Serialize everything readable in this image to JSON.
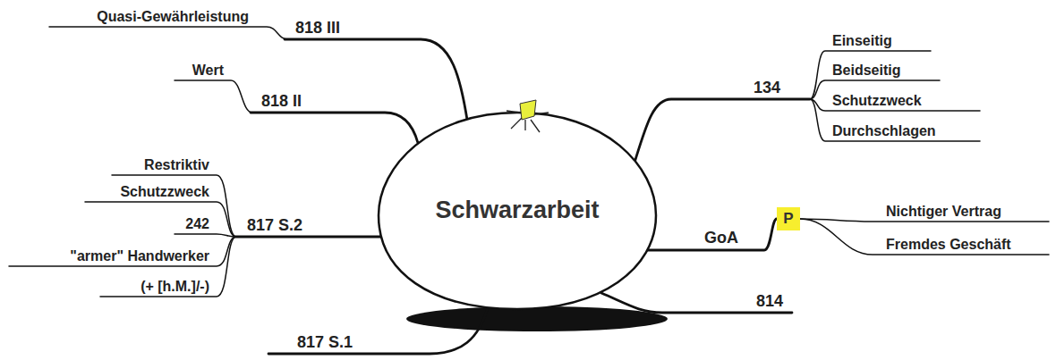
{
  "diagram": {
    "nodes": [
      {
        "text": [
          "Schwarzarbeit"
        ]
      },
      {
        "text": [
          "P"
        ]
      }
    ],
    "edges": [
      {
        "from": 0,
        "to": 1,
        "arrow": "none",
        "label": "GoA"
      }
    ],
    "labels": [
      "Quasi-Gewährleistung",
      "818 III",
      "Wert",
      "818 II",
      "134",
      "Einseitig",
      "Beidseitig",
      "Schutzzweck",
      "Durchschlagen",
      "Restriktiv",
      "Schutzzweck",
      "242",
      "817 S.2",
      "\"armer\" Handwerker",
      "(+ [h.M.]/-)",
      "Nichtiger Vertrag",
      "Fremdes Geschäft",
      "814",
      "817 S.1"
    ]
  }
}
